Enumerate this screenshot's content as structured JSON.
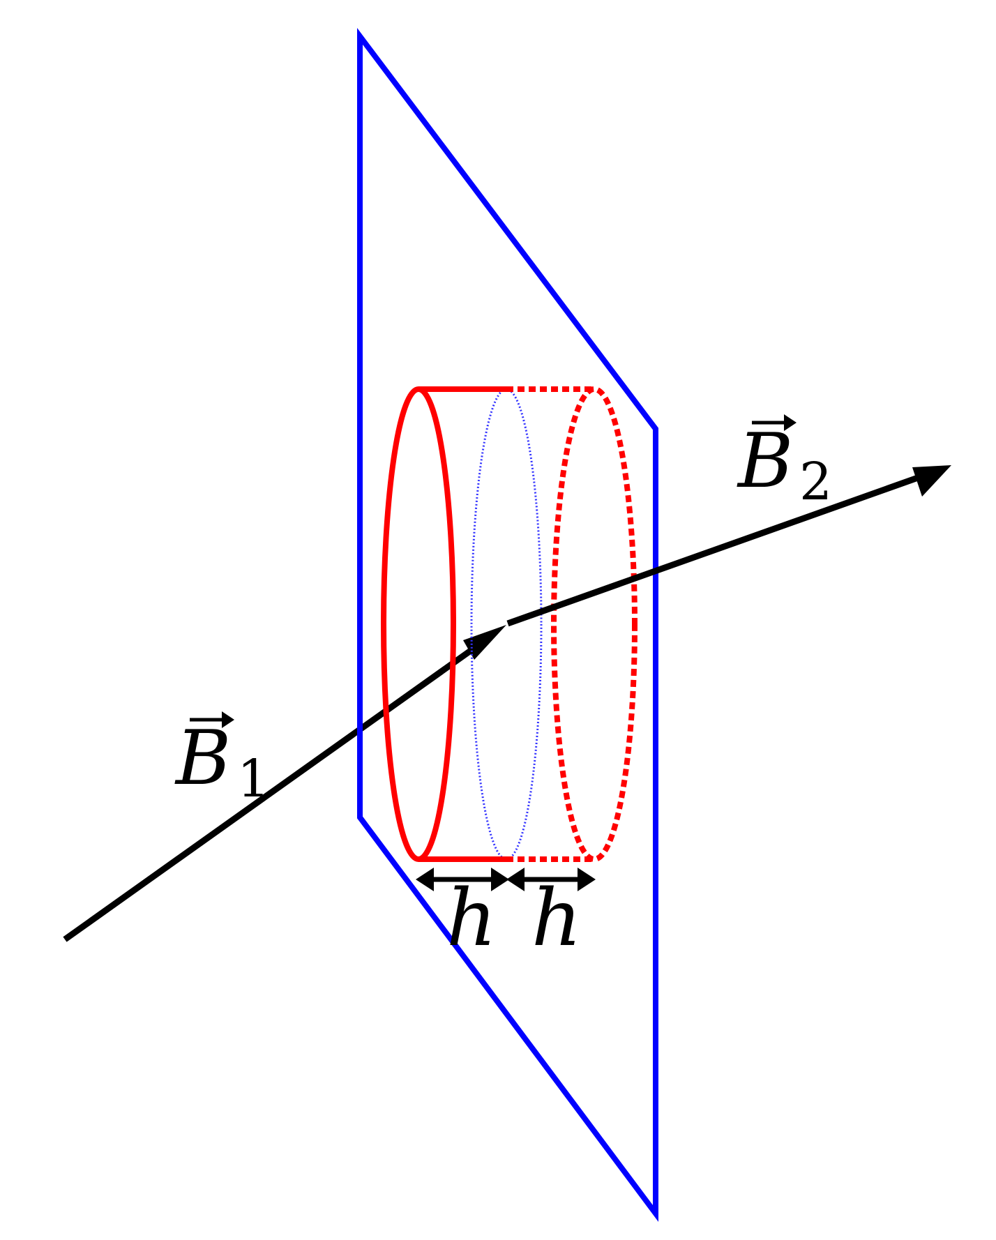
{
  "labels": {
    "b1_letter": "B",
    "b1_sub": "1",
    "b2_letter": "B",
    "b2_sub": "2",
    "h_left": "h",
    "h_right": "h"
  },
  "colors": {
    "plane": "#0000ff",
    "pillbox": "#ff0000",
    "midline": "#3333ff",
    "vector": "#000000"
  }
}
